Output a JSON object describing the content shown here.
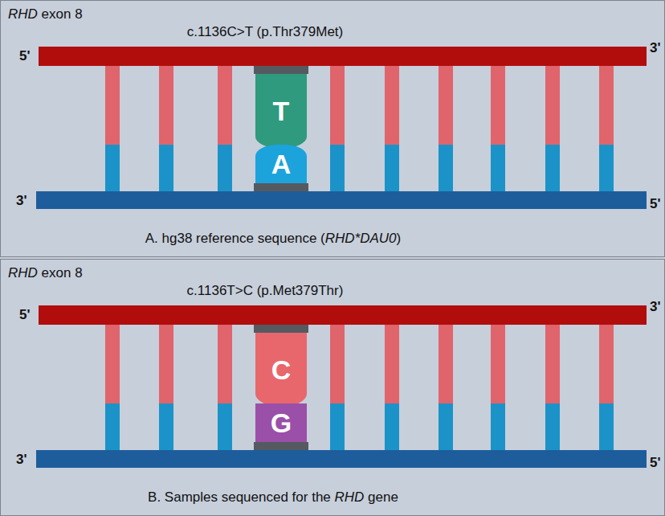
{
  "diagram": {
    "nodes": [
      {
        "text": [
          "RHD exon 8",
          "c.1136C>T (p.Thr379Met)",
          "A. hg38 reference sequence (RHD*DAU0)"
        ]
      },
      {
        "text": [
          "T"
        ],
        "in": 0
      },
      {
        "text": [
          "A"
        ],
        "in": 0
      },
      {
        "text": [
          "RHD exon 8",
          "c.1136T>C (p.Met379Thr)",
          "B. Samples sequenced for the RHD gene"
        ]
      },
      {
        "text": [
          "C"
        ],
        "in": 3
      },
      {
        "text": [
          "G"
        ],
        "in": 3
      }
    ],
    "labels": [
      "5'",
      "3'",
      "3'",
      "5'",
      "5'",
      "3'",
      "3'",
      "5'"
    ]
  }
}
